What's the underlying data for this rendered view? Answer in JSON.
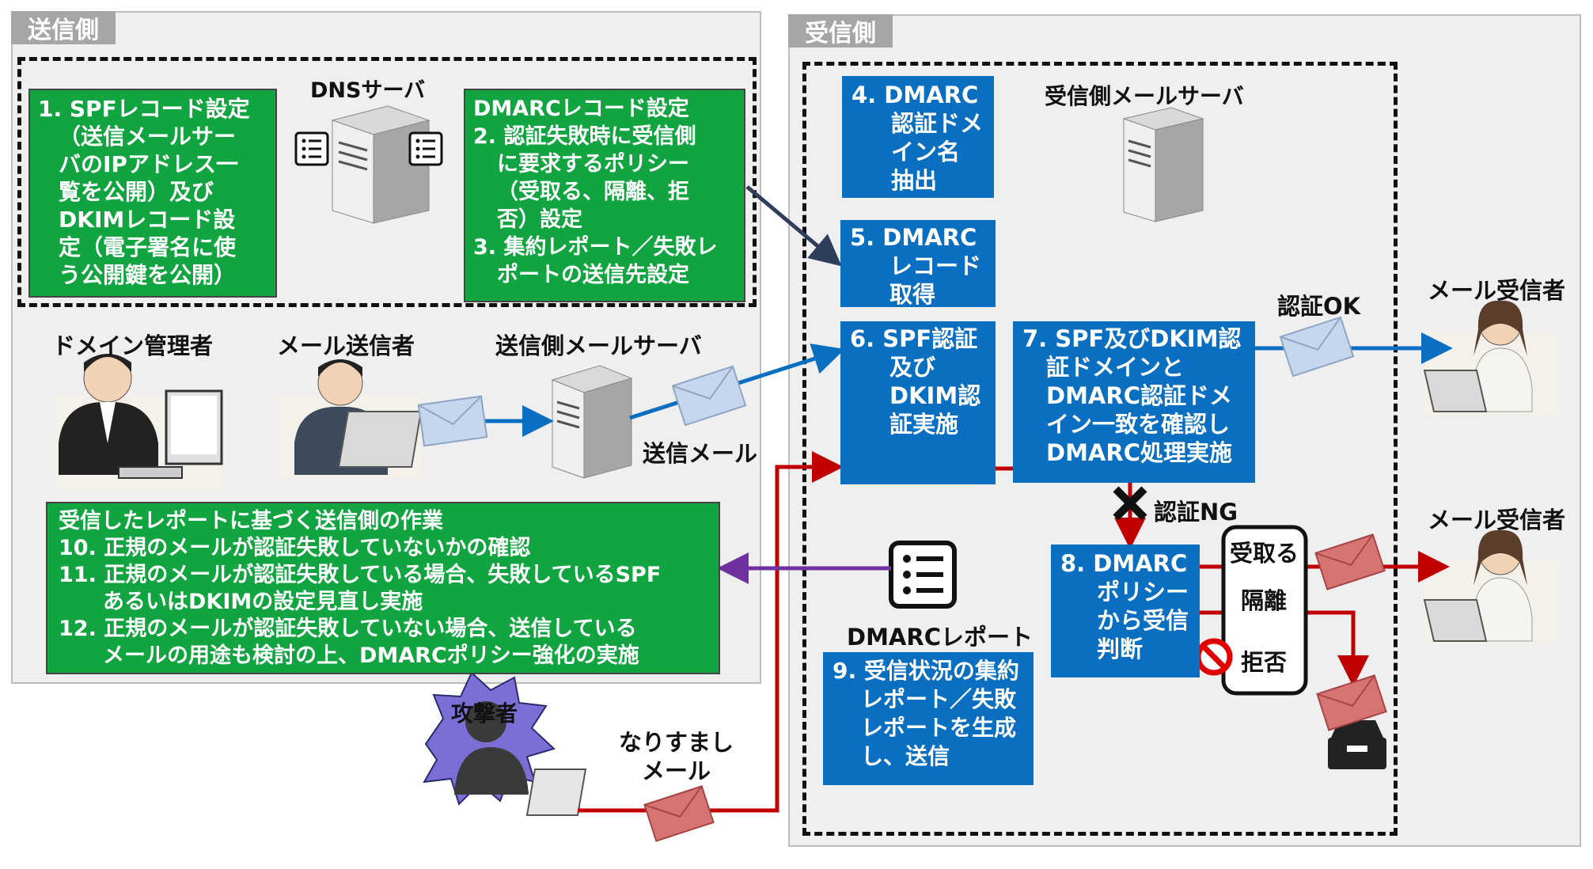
{
  "sender_panel": {
    "title": "送信側"
  },
  "receiver_panel": {
    "title": "受信側"
  },
  "dns_label": "DNSサーバ",
  "box1": {
    "lines": [
      "1. SPFレコード設定",
      "（送信メールサー",
      "バのIPアドレス一",
      "覧を公開）及び",
      "DKIMレコード設",
      "定（電子署名に使",
      "う公開鍵を公開）"
    ]
  },
  "box2": {
    "lines": [
      "DMARCレコード設定",
      "2.  認証失敗時に受信側",
      "に要求するポリシー",
      "（受取る、隔離、拒",
      "否）設定",
      "3. 集約レポート／失敗レ",
      "ポートの送信先設定"
    ]
  },
  "domain_admin_label": "ドメイン管理者",
  "mail_sender_label": "メール送信者",
  "sender_server_label": "送信側メールサーバ",
  "send_mail_label": "送信メール",
  "box_work": {
    "lines": [
      "受信したレポートに基づく送信側の作業",
      "10.  正規のメールが認証失敗していないかの確認",
      "11.  正規のメールが認証失敗している場合、失敗しているSPF",
      "あるいはDKIMの設定見直し実施",
      "12.  正規のメールが認証失敗していない場合、送信している",
      "メールの用途も検討の上、DMARCポリシー強化の実施"
    ]
  },
  "attacker_label": "攻撃者",
  "spoof_mail_label": [
    "なりすまし",
    "メール"
  ],
  "receiver_server_label": "受信側メールサーバ",
  "box4": {
    "lines": [
      "4.   DMARC",
      "認証ドメ",
      "イン名",
      "抽出"
    ]
  },
  "box5": {
    "lines": [
      "5.   DMARC",
      "レコード",
      "取得"
    ]
  },
  "box6": {
    "lines": [
      "6.   SPF認証",
      "及び",
      "DKIM認",
      "証実施"
    ]
  },
  "box7": {
    "lines": [
      "7. SPF及びDKIM認",
      "証ドメインと",
      "DMARC認証ドメ",
      "イン一致を確認し",
      "DMARC処理実施"
    ]
  },
  "auth_ok_label": "認証OK",
  "auth_ng_label": "認証NG",
  "box8": {
    "lines": [
      "8. DMARC",
      "ポリシー",
      "から受信",
      "判断"
    ]
  },
  "policy_options": {
    "accept": "受取る",
    "quarantine": "隔離",
    "reject": "拒否"
  },
  "dmarc_report_label": "DMARCレポート",
  "box9": {
    "lines": [
      "9. 受信状況の集約",
      "レポート／失敗",
      "レポートを生成",
      "し、送信"
    ]
  },
  "mail_receiver_label_1": "メール受信者",
  "mail_receiver_label_2": "メール受信者",
  "colors": {
    "green": "#11a440",
    "blue": "#0b6fc1",
    "red": "#c00000",
    "purple": "#7030a0",
    "navy": "#2f3e5a"
  }
}
